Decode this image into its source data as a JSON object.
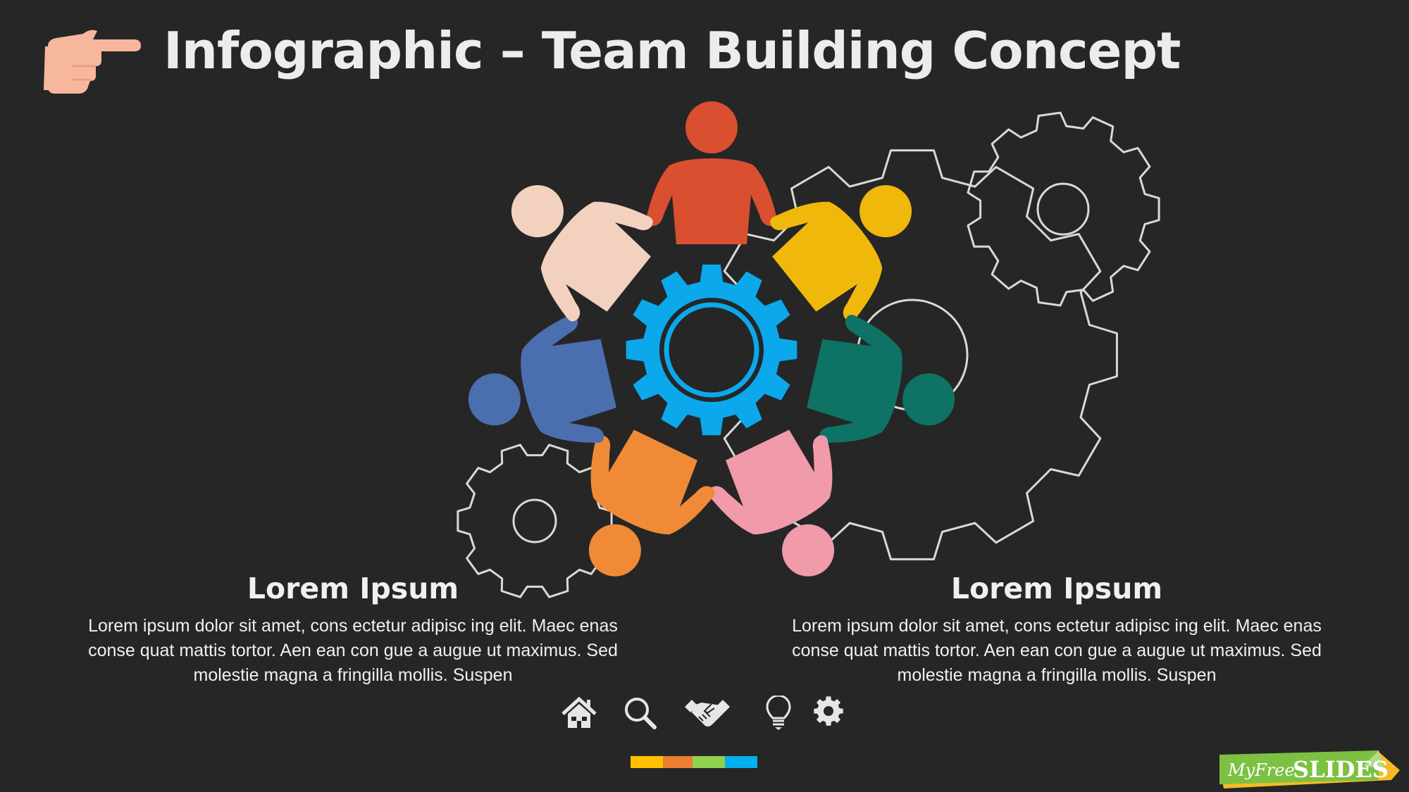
{
  "title": "Infographic – Team Building Concept",
  "columns": [
    {
      "heading": "Lorem Ipsum",
      "body": "Lorem ipsum dolor sit amet, cons ectetur adipisc ing elit. Maec enas conse quat mattis tortor. Aen ean con gue a augue ut maximus. Sed molestie magna a fringilla mollis. Suspen"
    },
    {
      "heading": "Lorem Ipsum",
      "body": "Lorem ipsum dolor sit amet, cons ectetur adipisc ing elit. Maec enas conse quat mattis tortor. Aen ean con gue a augue ut maximus. Sed molestie magna a fringilla mollis. Suspen"
    }
  ],
  "people_colors": [
    "#D94F30",
    "#F0B80A",
    "#0E7264",
    "#F09AAA",
    "#F08A36",
    "#4B6EAF",
    "#F2D2BE"
  ],
  "gear_color": "#0BA8EC",
  "icons": [
    "home-icon",
    "search-icon",
    "handshake-icon",
    "lightbulb-icon",
    "gear-icon"
  ],
  "color_bar": [
    "#FFC000",
    "#ED7D31",
    "#92D050",
    "#00B0F0"
  ],
  "logo": {
    "text_script": "MyFree",
    "text_bold": "SLIDES"
  }
}
